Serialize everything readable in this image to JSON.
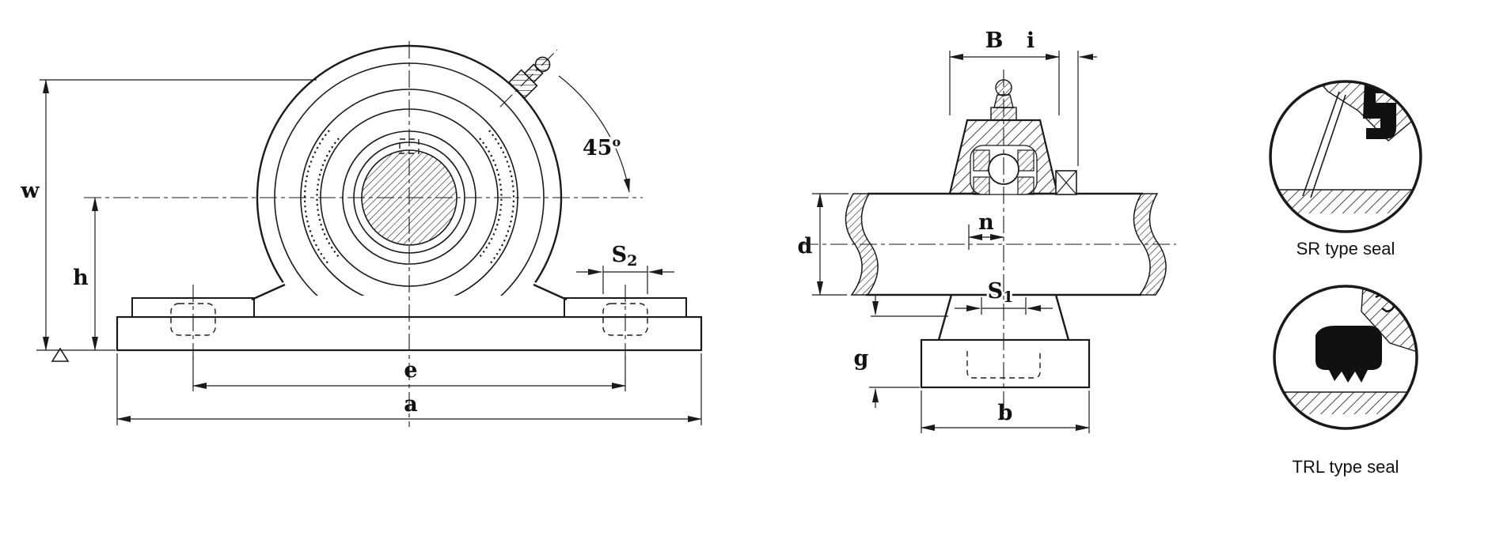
{
  "front_view": {
    "dim_w": "w",
    "dim_h": "h",
    "dim_s2_letter": "S",
    "dim_s2_sub": "2",
    "dim_e": "e",
    "dim_a": "a",
    "angle_value": "45",
    "angle_sup": "o"
  },
  "side_view": {
    "dim_B": "B",
    "dim_i": "i",
    "dim_d": "d",
    "dim_n": "n",
    "dim_s1_letter": "S",
    "dim_s1_sub": "1",
    "dim_g": "g",
    "dim_b": "b"
  },
  "seal_details": {
    "sr_label": "SR type seal",
    "trl_label": "TRL type seal"
  }
}
